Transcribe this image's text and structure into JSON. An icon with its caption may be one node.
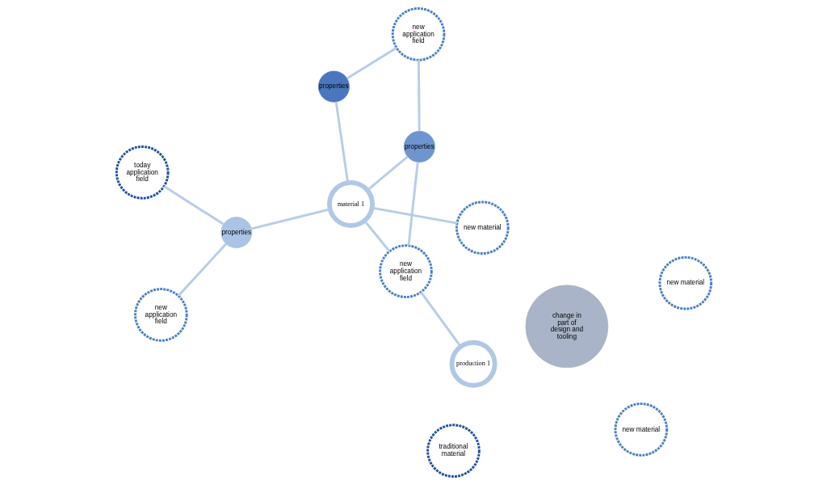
{
  "diagram": {
    "nodes": [
      {
        "text": [
          "today application field"
        ]
      },
      {
        "text": [
          "new application field"
        ]
      },
      {
        "text": [
          "properties"
        ]
      },
      {
        "text": [
          "material 1"
        ]
      },
      {
        "text": [
          "properties"
        ]
      },
      {
        "text": [
          "properties"
        ]
      },
      {
        "text": [
          "new application field"
        ]
      },
      {
        "text": [
          "new application field"
        ]
      },
      {
        "text": [
          "traditional material"
        ]
      },
      {
        "text": [
          "production 1"
        ]
      },
      {
        "text": [
          "change in part of design and tooling"
        ]
      },
      {
        "text": [
          "new material"
        ]
      },
      {
        "text": [
          "new material"
        ]
      },
      {
        "text": [
          "new material"
        ]
      }
    ],
    "edges": [
      {
        "from": 2,
        "to": 0,
        "arrow": "none"
      },
      {
        "from": 2,
        "to": 1,
        "arrow": "none"
      },
      {
        "from": 3,
        "to": 2,
        "arrow": "none"
      },
      {
        "from": 3,
        "to": 4,
        "arrow": "none"
      },
      {
        "from": 4,
        "to": 6,
        "arrow": "none"
      },
      {
        "from": 3,
        "to": 6,
        "arrow": "none"
      },
      {
        "from": 3,
        "to": 5,
        "arrow": "none"
      },
      {
        "from": 5,
        "to": 7,
        "arrow": "none"
      },
      {
        "from": 4,
        "to": 7,
        "arrow": "none"
      },
      {
        "from": 3,
        "to": 13,
        "arrow": "none"
      },
      {
        "from": 6,
        "to": 9,
        "arrow": "none"
      }
    ]
  }
}
